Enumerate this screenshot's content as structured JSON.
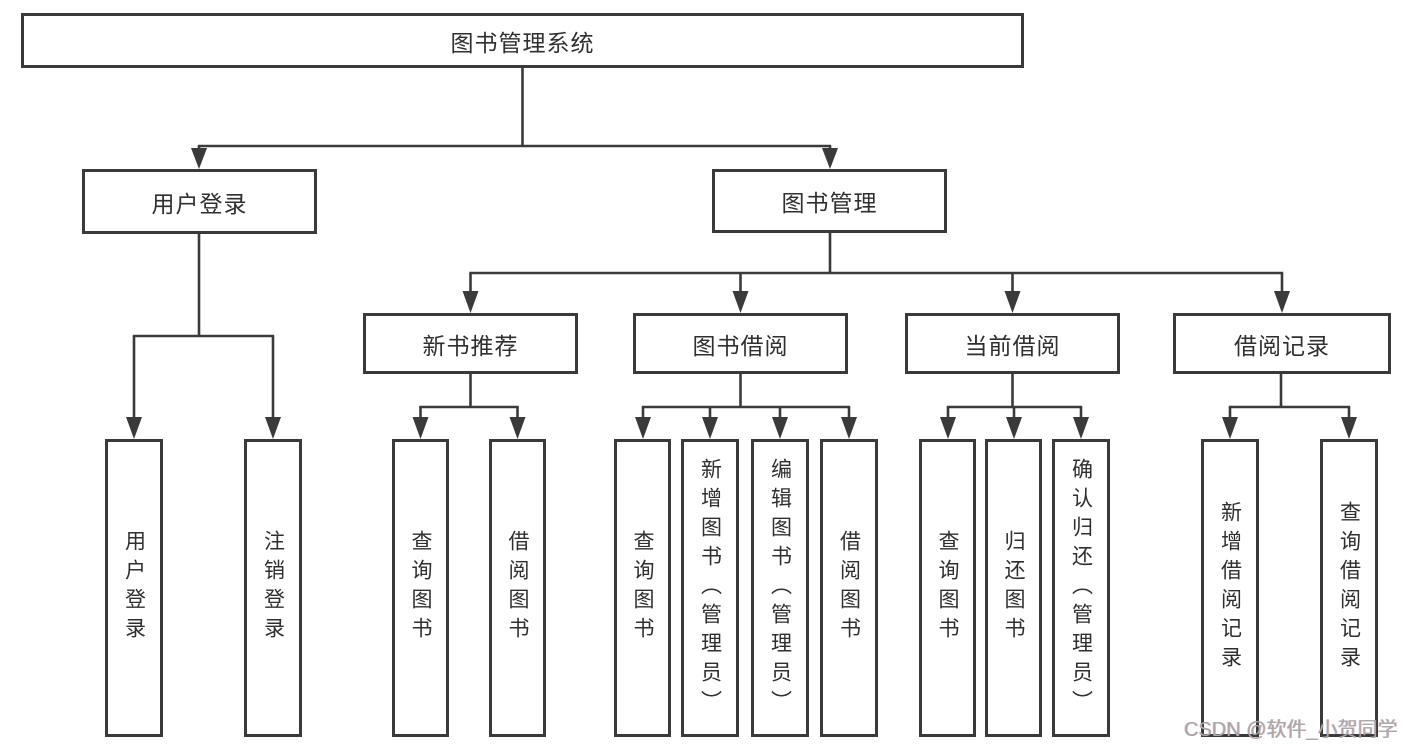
{
  "tree": {
    "root": {
      "label": "图书管理系统",
      "children": [
        {
          "label": "用户登录",
          "children": [
            {
              "label": "用户登录"
            },
            {
              "label": "注销登录"
            }
          ]
        },
        {
          "label": "图书管理",
          "children": [
            {
              "label": "新书推荐",
              "children": [
                {
                  "label": "查询图书"
                },
                {
                  "label": "借阅图书"
                }
              ]
            },
            {
              "label": "图书借阅",
              "children": [
                {
                  "label": "查询图书"
                },
                {
                  "label": "新增图书（管理员）"
                },
                {
                  "label": "编辑图书（管理员）"
                },
                {
                  "label": "借阅图书"
                }
              ]
            },
            {
              "label": "当前借阅",
              "children": [
                {
                  "label": "查询图书"
                },
                {
                  "label": "归还图书"
                },
                {
                  "label": "确认归还（管理员）"
                }
              ]
            },
            {
              "label": "借阅记录",
              "children": [
                {
                  "label": "新增借阅记录"
                },
                {
                  "label": "查询借阅记录"
                }
              ]
            }
          ]
        }
      ]
    }
  },
  "watermark": {
    "text": "CSDN @软件_小贺同学"
  },
  "colors": {
    "line": "#3a3a3a",
    "box_border": "#3a3a3a",
    "text": "#2f2f2f",
    "background": "#ffffff",
    "watermark": "#a9a9a9"
  }
}
